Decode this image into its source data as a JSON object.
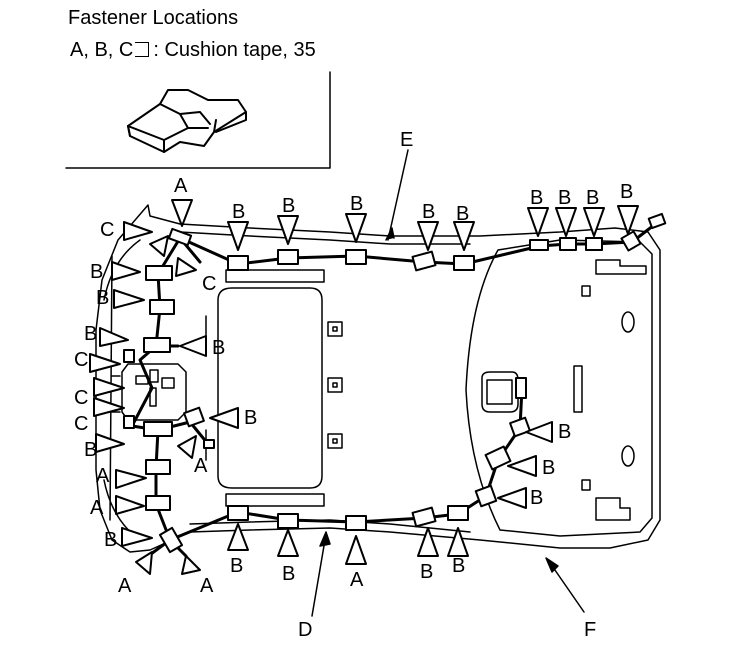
{
  "title": "Fastener Locations",
  "legend": {
    "prefix": "A, B, C",
    "suffix": ": Cushion tape, 35"
  },
  "part_labels": {
    "D": "D",
    "E": "E",
    "F": "F"
  },
  "fastener_labels": {
    "A": "A",
    "B": "B",
    "C": "C"
  },
  "icons": [
    "cushion-tape-icon",
    "fastener-triangle-icon",
    "fastener-square-icon"
  ],
  "colors": {
    "line": "#000000",
    "background": "#ffffff"
  }
}
